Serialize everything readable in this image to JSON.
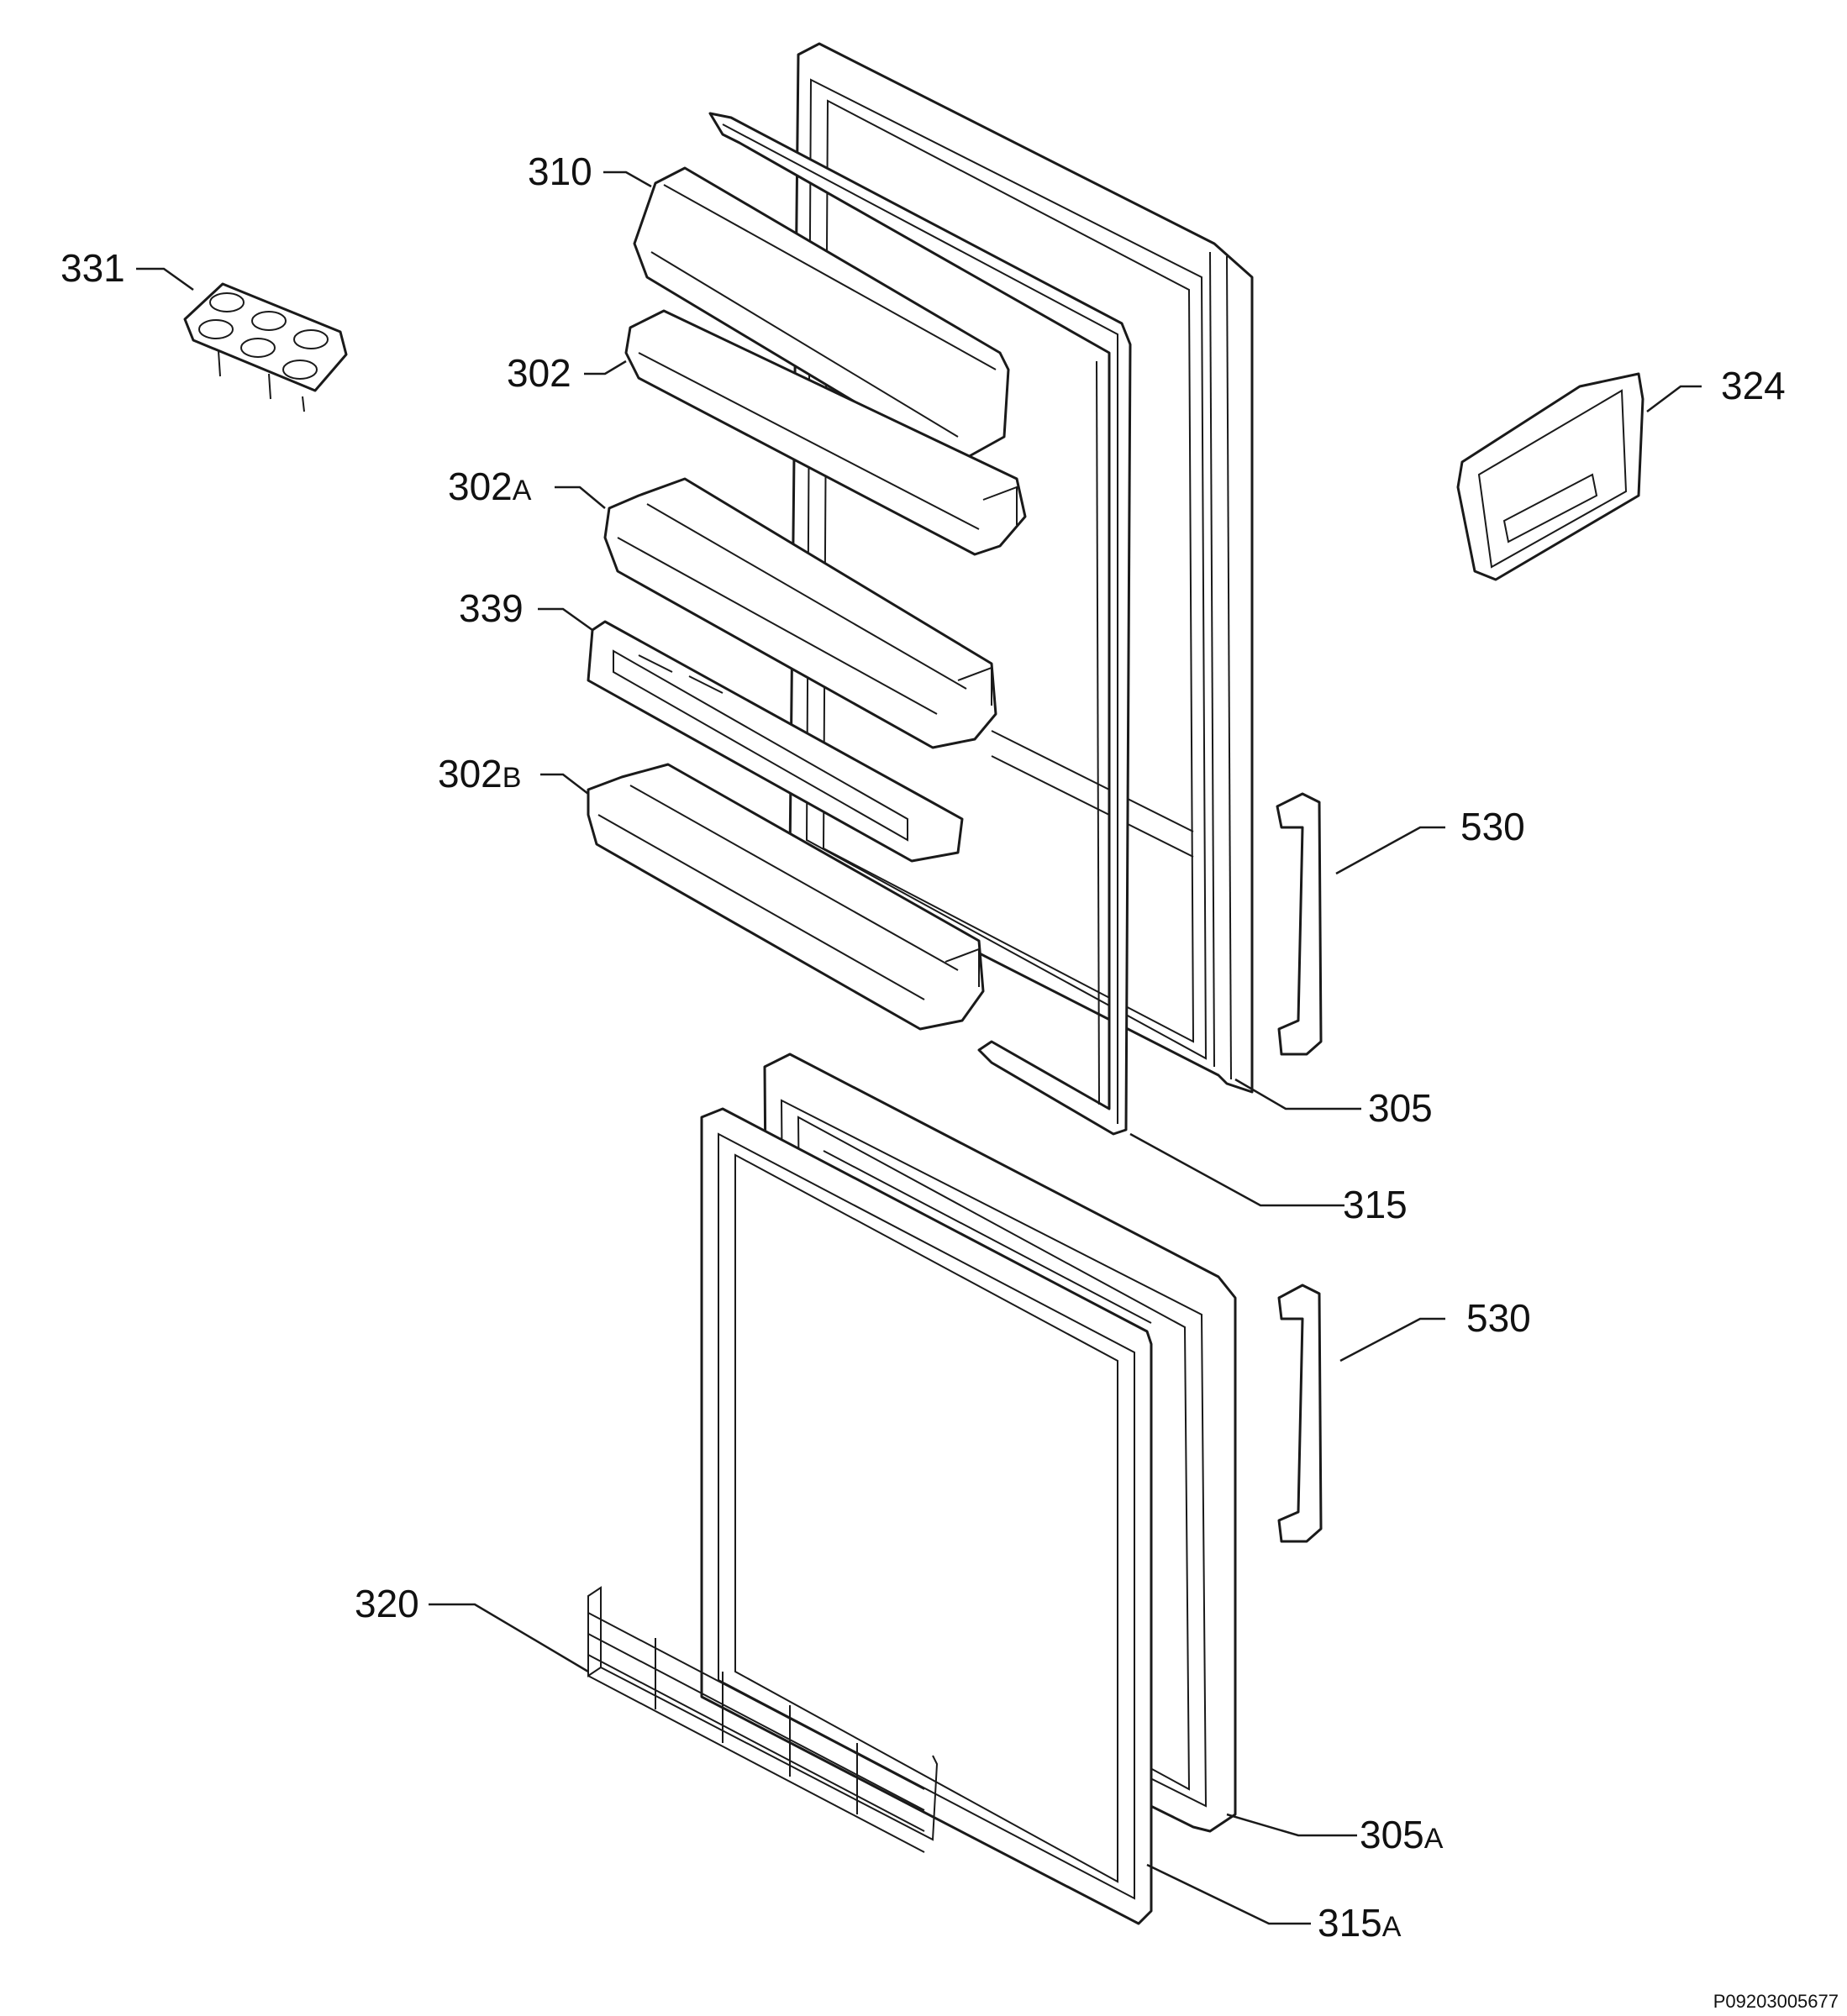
{
  "labels": {
    "l310": "310",
    "l331": "331",
    "l302": "302",
    "l302a": {
      "num": "302",
      "sfx": "A"
    },
    "l339": "339",
    "l302b": {
      "num": "302",
      "sfx": "B"
    },
    "l324": "324",
    "l530_top": "530",
    "l305": "305",
    "l315": "315",
    "l530_bottom": "530",
    "l320": "320",
    "l305a": {
      "num": "305",
      "sfx": "A"
    },
    "l315a": {
      "num": "315",
      "sfx": "A"
    }
  },
  "reference_code": "P09203005677"
}
